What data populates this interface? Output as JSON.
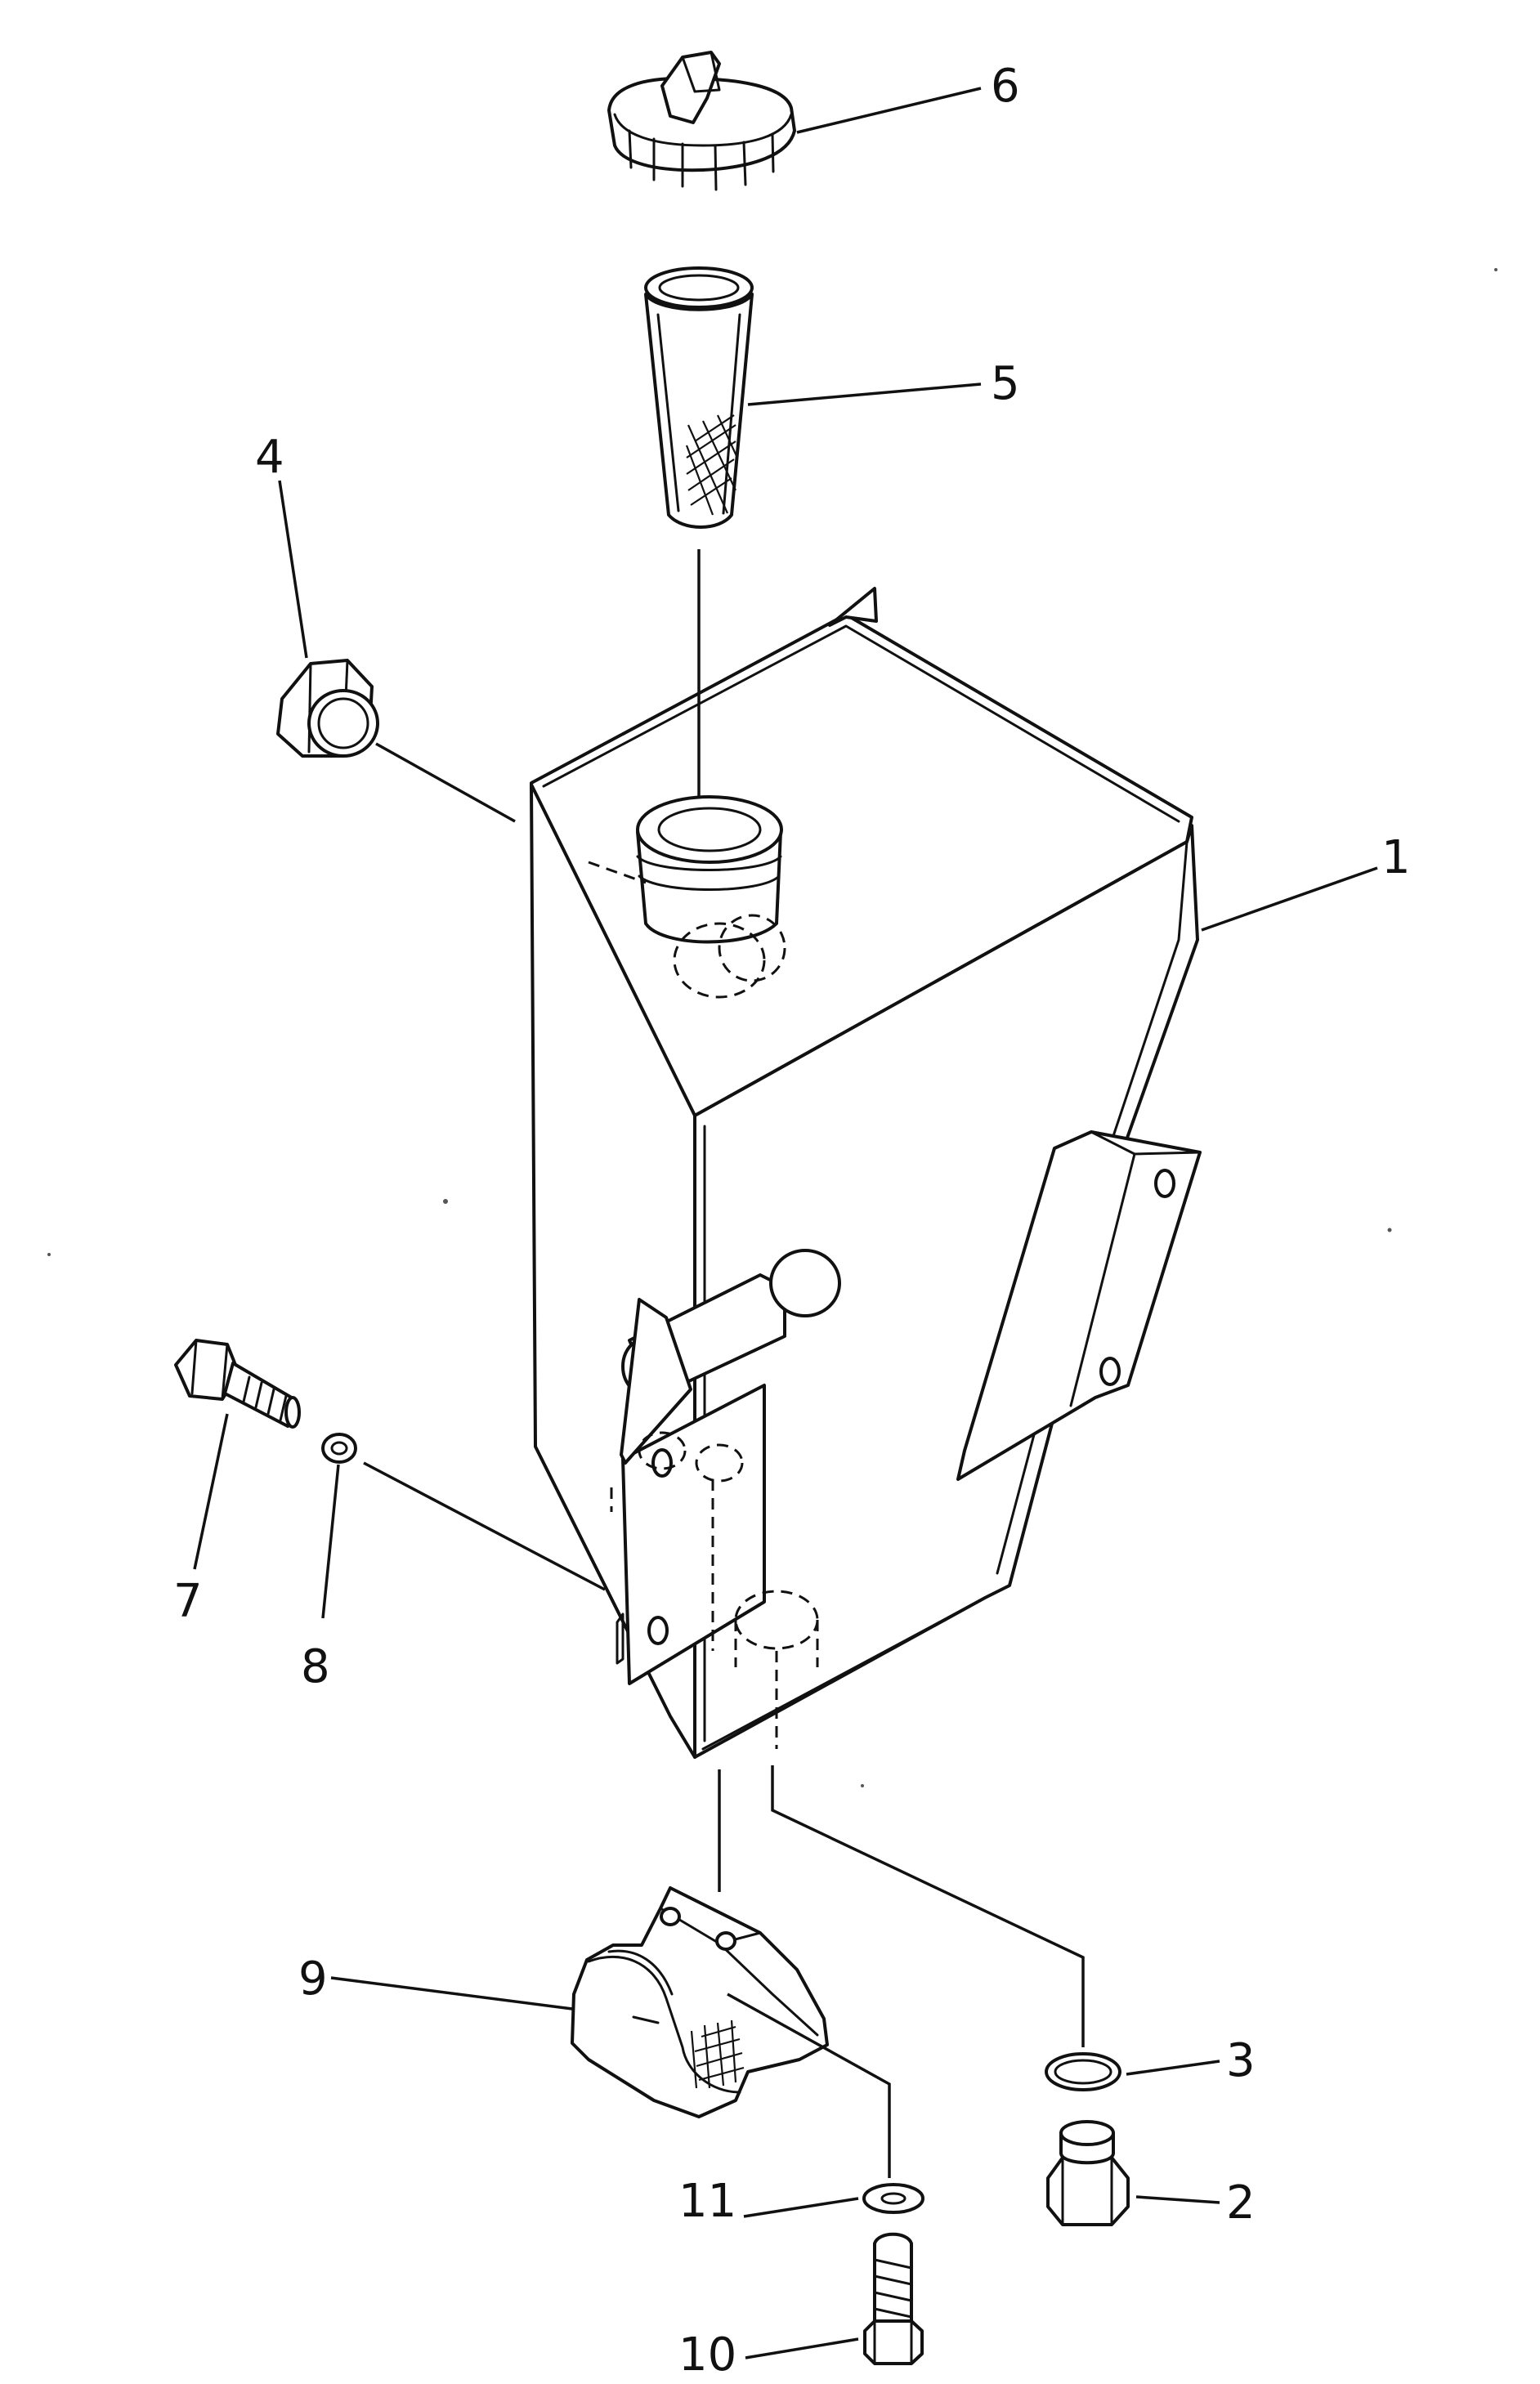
{
  "diagram": {
    "type": "exploded parts diagram",
    "line_color": "#111111",
    "background": "#ffffff",
    "callouts": [
      {
        "id": "1",
        "label": "1"
      },
      {
        "id": "2",
        "label": "2"
      },
      {
        "id": "3",
        "label": "3"
      },
      {
        "id": "4",
        "label": "4"
      },
      {
        "id": "5",
        "label": "5"
      },
      {
        "id": "6",
        "label": "6"
      },
      {
        "id": "7",
        "label": "7"
      },
      {
        "id": "8",
        "label": "8"
      },
      {
        "id": "9",
        "label": "9"
      },
      {
        "id": "10",
        "label": "10"
      },
      {
        "id": "11",
        "label": "11"
      }
    ]
  }
}
